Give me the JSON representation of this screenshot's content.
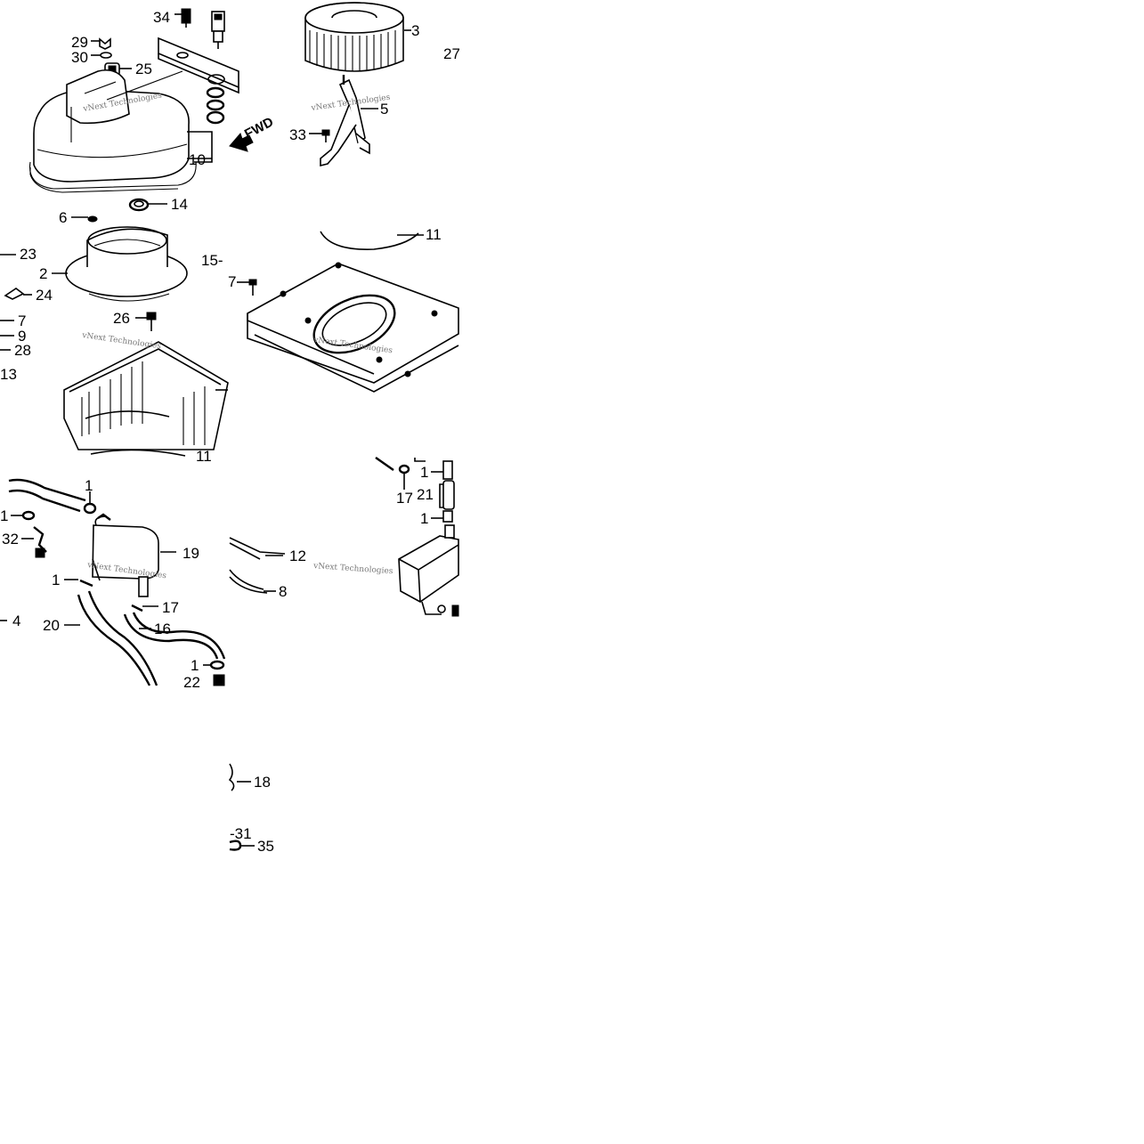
{
  "diagram": {
    "callouts": [
      {
        "id": "c34",
        "text": "34"
      },
      {
        "id": "c3",
        "text": "3"
      },
      {
        "id": "c27",
        "text": "27"
      },
      {
        "id": "c29",
        "text": "29"
      },
      {
        "id": "c30",
        "text": "30"
      },
      {
        "id": "c25",
        "text": "25"
      },
      {
        "id": "c5",
        "text": "5"
      },
      {
        "id": "c33",
        "text": "33"
      },
      {
        "id": "c10",
        "text": "10"
      },
      {
        "id": "c6",
        "text": "6"
      },
      {
        "id": "c14",
        "text": "14"
      },
      {
        "id": "c11a",
        "text": "11"
      },
      {
        "id": "c23",
        "text": "23"
      },
      {
        "id": "c2",
        "text": "2"
      },
      {
        "id": "c15",
        "text": "15-"
      },
      {
        "id": "c7a",
        "text": "7"
      },
      {
        "id": "c24",
        "text": "24"
      },
      {
        "id": "c7b",
        "text": "7"
      },
      {
        "id": "c26",
        "text": "26"
      },
      {
        "id": "c9",
        "text": "9"
      },
      {
        "id": "c28",
        "text": "28"
      },
      {
        "id": "c13",
        "text": "13"
      },
      {
        "id": "c11b",
        "text": "11"
      },
      {
        "id": "c1a",
        "text": "1"
      },
      {
        "id": "c1b",
        "text": "1"
      },
      {
        "id": "c1c",
        "text": "1"
      },
      {
        "id": "c17a",
        "text": "17"
      },
      {
        "id": "c21",
        "text": "21"
      },
      {
        "id": "c1d",
        "text": "1"
      },
      {
        "id": "c32",
        "text": "32"
      },
      {
        "id": "c19",
        "text": "19"
      },
      {
        "id": "c12",
        "text": "12"
      },
      {
        "id": "c1e",
        "text": "1"
      },
      {
        "id": "c8",
        "text": "8"
      },
      {
        "id": "c17b",
        "text": "17"
      },
      {
        "id": "c4",
        "text": "4"
      },
      {
        "id": "c20",
        "text": "20"
      },
      {
        "id": "c16",
        "text": "16"
      },
      {
        "id": "c1f",
        "text": "1"
      },
      {
        "id": "c22",
        "text": "22"
      },
      {
        "id": "c18",
        "text": "18"
      },
      {
        "id": "c31",
        "text": "-31"
      },
      {
        "id": "c35",
        "text": "35"
      }
    ],
    "direction_label": "FWD",
    "watermark": "vNext Technologies"
  }
}
